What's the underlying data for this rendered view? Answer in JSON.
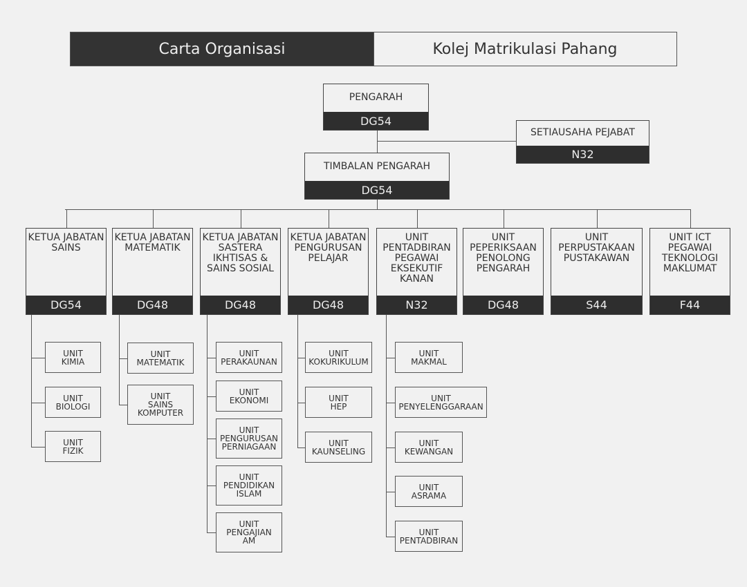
{
  "header": {
    "title": "Carta Organisasi",
    "org": "Kolej Matrikulasi Pahang"
  },
  "top": [
    {
      "title": "PENGARAH",
      "grade": "DG54"
    },
    {
      "title": "SETIAUSAHA PEJABAT",
      "grade": "N32"
    },
    {
      "title": "TIMBALAN PENGARAH",
      "grade": "DG54"
    }
  ],
  "departments": [
    {
      "title": "KETUA JABATAN SAINS",
      "grade": "DG54",
      "units": [
        "UNIT\nKIMIA",
        "UNIT\nBIOLOGI",
        "UNIT\nFIZIK"
      ]
    },
    {
      "title": "KETUA JABATAN MATEMATIK",
      "grade": "DG48",
      "units": [
        "UNIT\nMATEMATIK",
        "UNIT\nSAINS\nKOMPUTER"
      ]
    },
    {
      "title": "KETUA JABATAN SASTERA IKHTISAS & SAINS SOSIAL",
      "grade": "DG48",
      "units": [
        "UNIT\nPERAKAUNAN",
        "UNIT\nEKONOMI",
        "UNIT\nPENGURUSAN\nPERNIAGAAN",
        "UNIT\nPENDIDIKAN\nISLAM",
        "UNIT\nPENGAJIAN\nAM"
      ]
    },
    {
      "title": "KETUA JABATAN PENGURUSAN PELAJAR",
      "grade": "DG48",
      "units": [
        "UNIT\nKOKURIKULUM",
        "UNIT\nHEP",
        "UNIT\nKAUNSELING"
      ]
    },
    {
      "title": "UNIT PENTADBIRAN PEGAWAI EKSEKUTIF KANAN",
      "grade": "N32",
      "units": [
        "UNIT\nMAKMAL",
        "UNIT\nPENYELENGGARAAN",
        "UNIT\nKEWANGAN",
        "UNIT\nASRAMA",
        "UNIT\nPENTADBIRAN"
      ]
    },
    {
      "title": "UNIT PEPERIKSAAN PENOLONG PENGARAH",
      "grade": "DG48",
      "units": []
    },
    {
      "title": "UNIT PERPUSTAKAAN PUSTAKAWAN",
      "grade": "S44",
      "units": []
    },
    {
      "title": "UNIT ICT PEGAWAI TEKNOLOGI MAKLUMAT",
      "grade": "F44",
      "units": []
    }
  ]
}
